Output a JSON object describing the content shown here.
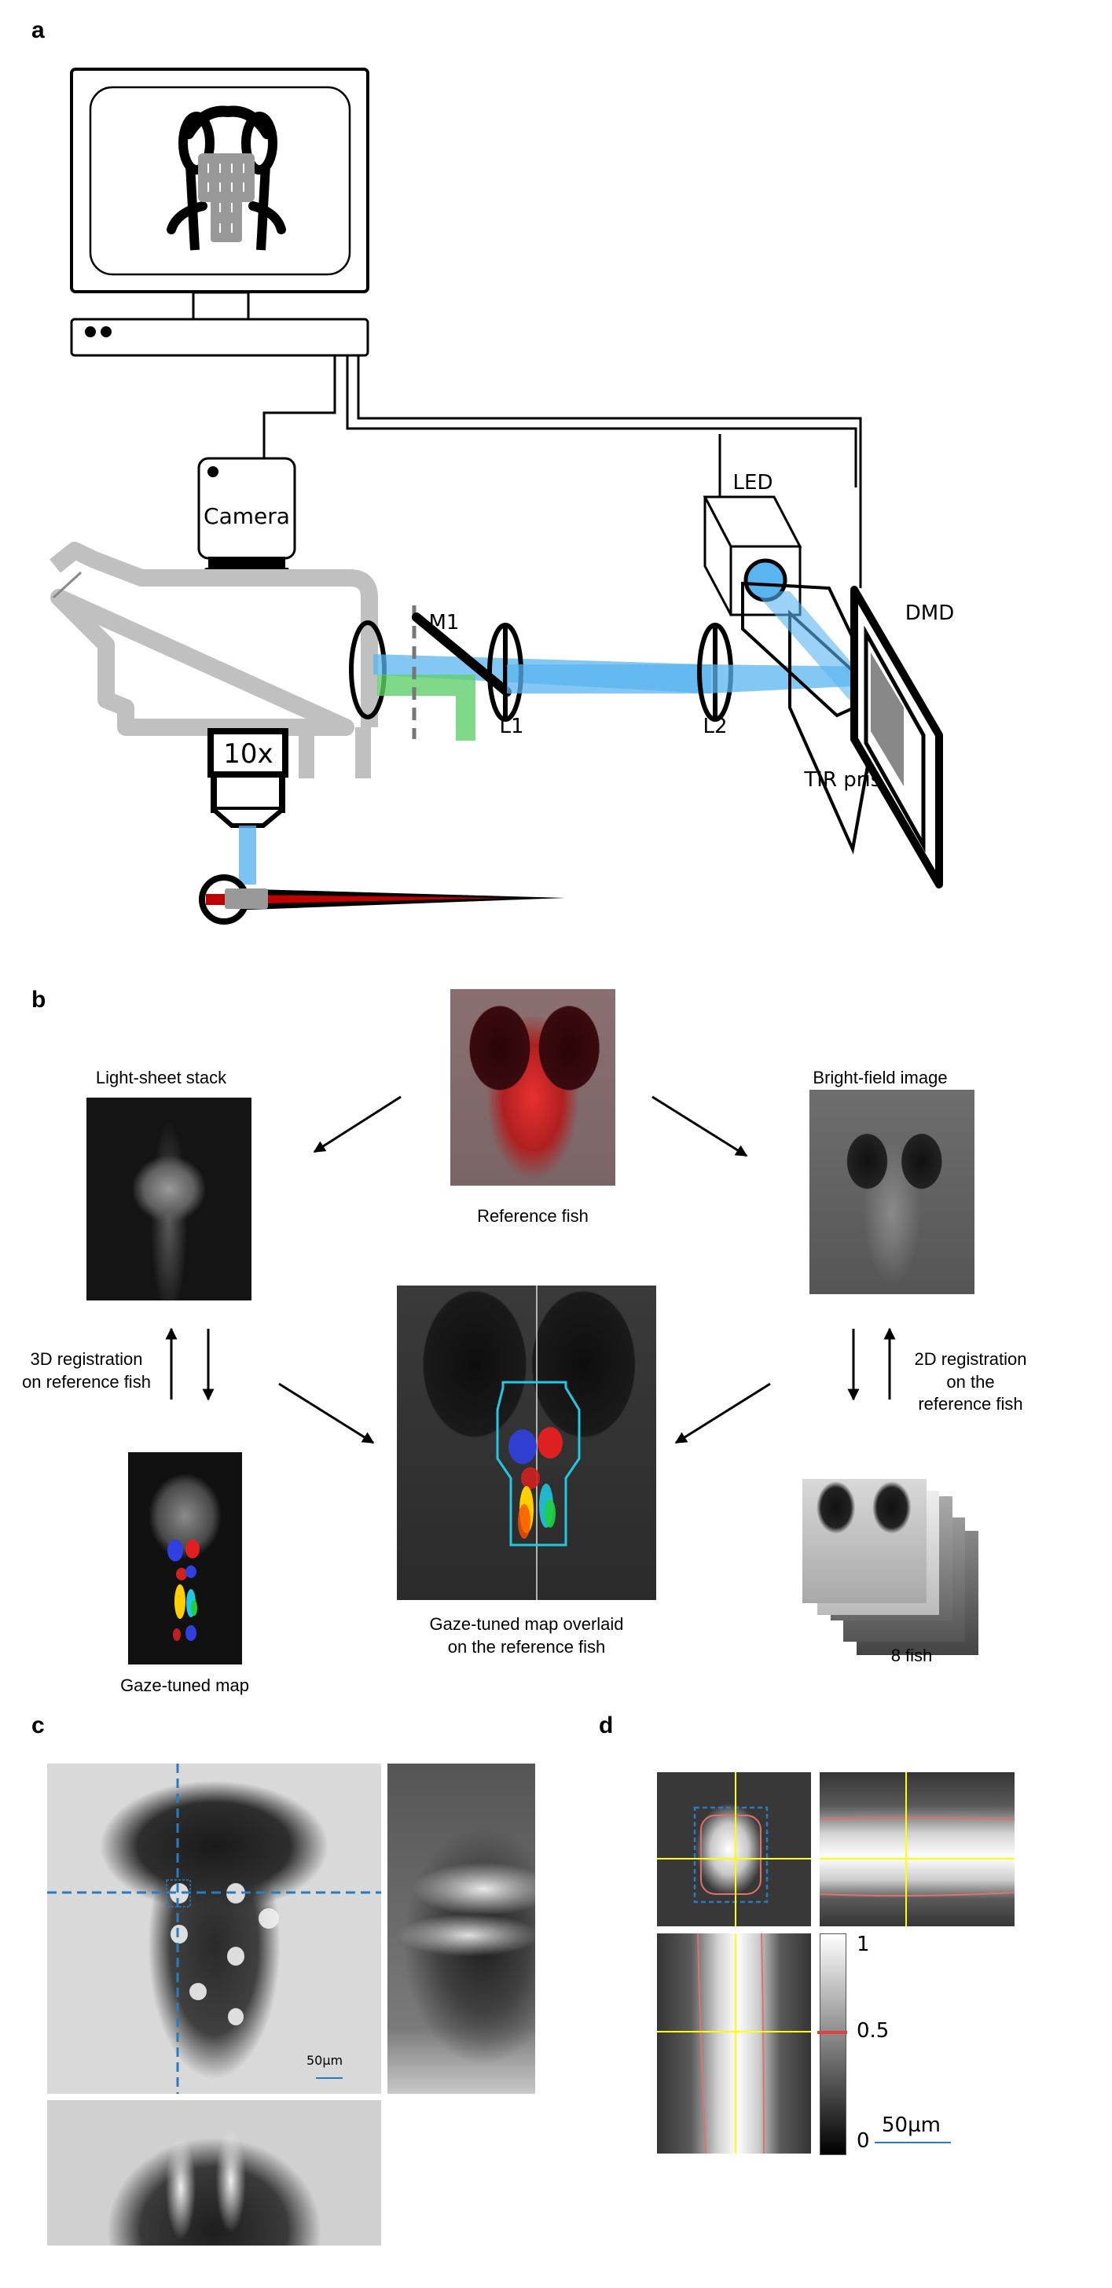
{
  "figure": {
    "panels": {
      "a": {
        "label": "a",
        "components": {
          "camera": "Camera",
          "objective": "10x",
          "mirror": "M1",
          "lens1": "L1",
          "lens2": "L2",
          "led": "LED",
          "dmd": "DMD",
          "prism": "TIR prism"
        },
        "colors": {
          "excitation_beam": "#5ab4f0",
          "emission_beam": "#5fcf6a",
          "microscope_body": "#c0c0c0",
          "fish_red": "#c00000"
        }
      },
      "b": {
        "label": "b",
        "captions": {
          "light_sheet": "Light-sheet stack",
          "reference": "Reference fish",
          "bright_field": "Bright-field image",
          "reg3d": "3D registration\non reference fish",
          "reg2d": "2D registration\non the\nreference fish",
          "overlay": "Gaze-tuned map overlaid\non the reference fish",
          "gaze_map": "Gaze-tuned map",
          "eight_fish": "8 fish"
        },
        "colors": {
          "roi_outline": "#22c8e0"
        }
      },
      "c": {
        "label": "c",
        "scale_bar": "50µm",
        "colors": {
          "crosshair": "#2a7bc0"
        }
      },
      "d": {
        "label": "d",
        "scale_bar": "50µm",
        "colorbar": {
          "ticks": [
            "1",
            "0.5",
            "0"
          ],
          "contour_level": 0.5
        },
        "colors": {
          "crosshair": "#ffff00",
          "contour": "#e07070",
          "roi": "#2a7bc0"
        }
      }
    }
  }
}
